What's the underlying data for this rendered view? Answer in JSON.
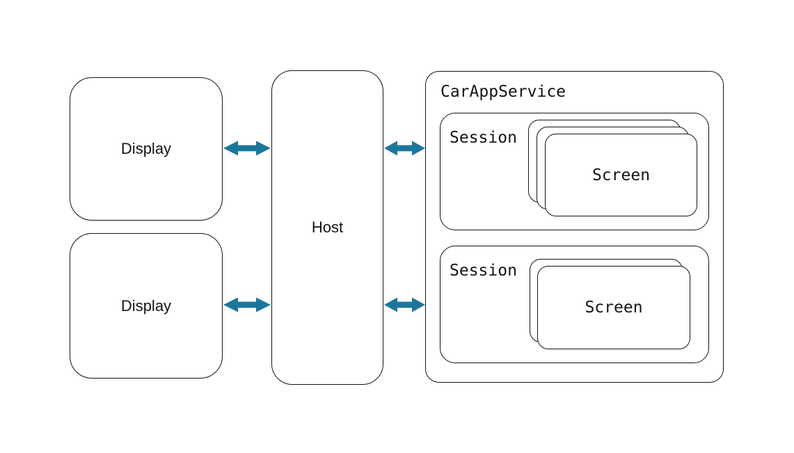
{
  "diagram": {
    "displays": [
      {
        "label": "Display"
      },
      {
        "label": "Display"
      }
    ],
    "host": {
      "label": "Host"
    },
    "car_app_service": {
      "label": "CarAppService",
      "sessions": [
        {
          "label": "Session",
          "screen_label": "Screen",
          "stacked_screen_count": 3
        },
        {
          "label": "Session",
          "screen_label": "Screen",
          "stacked_screen_count": 2
        }
      ]
    },
    "connections": [
      {
        "from": "Display (top)",
        "to": "Host",
        "direction": "bidirectional"
      },
      {
        "from": "Host",
        "to": "CarAppService (top)",
        "direction": "bidirectional"
      },
      {
        "from": "Display (bottom)",
        "to": "Host",
        "direction": "bidirectional"
      },
      {
        "from": "Host",
        "to": "CarAppService (bottom)",
        "direction": "bidirectional"
      }
    ],
    "colors": {
      "arrow": "#1a769d",
      "stroke": "#141414",
      "background": "#ffffff"
    }
  }
}
